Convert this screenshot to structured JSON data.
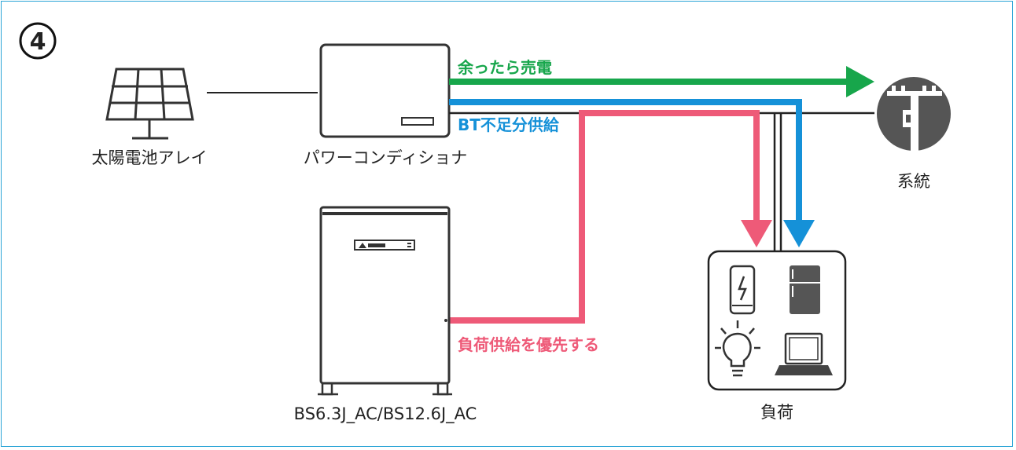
{
  "step_number": "4",
  "nodes": {
    "solar": "太陽電池アレイ",
    "pcs": "パワーコンディショナ",
    "grid": "系統",
    "battery": "BS6.3J_AC/BS12.6J_AC",
    "load": "負荷"
  },
  "flows": {
    "surplus": "余ったら売電",
    "bt_shortage": "BT不足分供給",
    "load_priority": "負荷供給を優先する"
  },
  "colors": {
    "green": "#17a64b",
    "blue": "#1591d8",
    "pink": "#ee5a78",
    "frame": "#2aa4d6",
    "grid_circle": "#555555"
  }
}
